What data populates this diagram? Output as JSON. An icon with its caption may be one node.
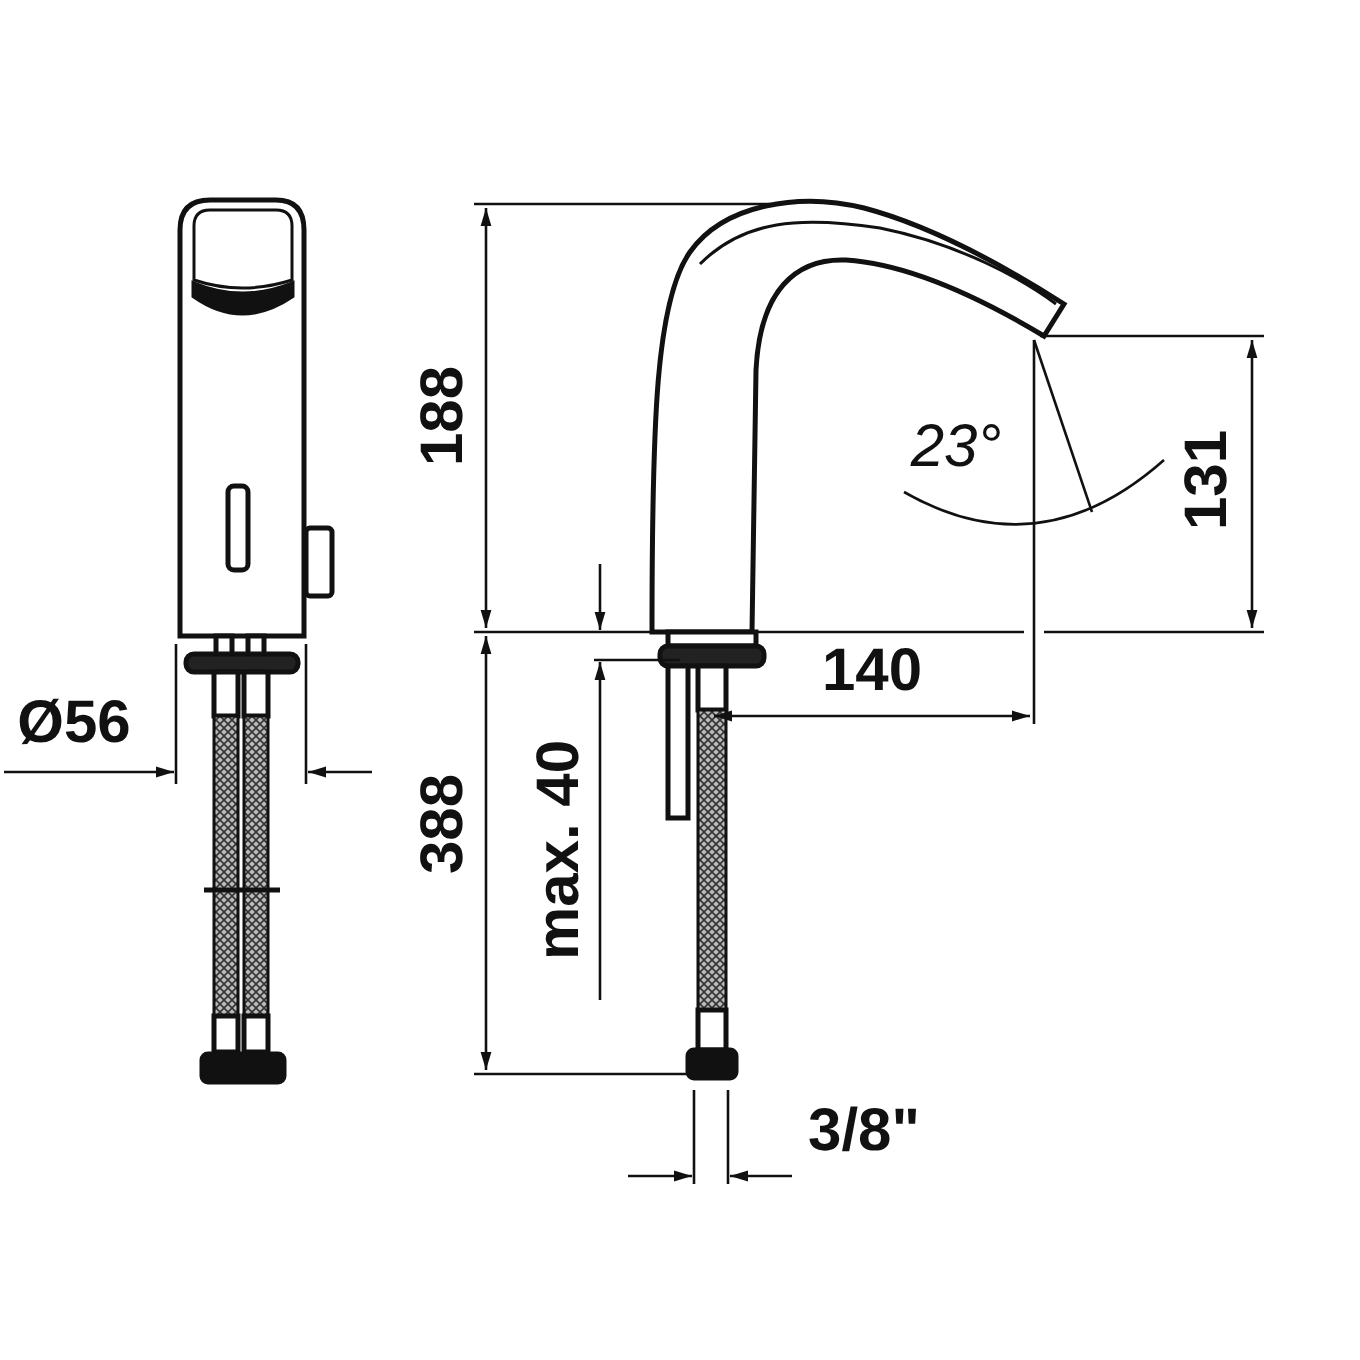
{
  "diagram": {
    "labels": [
      "Ø56",
      "188",
      "23°",
      "131",
      "140",
      "388",
      "max. 40",
      "3/8\""
    ]
  }
}
